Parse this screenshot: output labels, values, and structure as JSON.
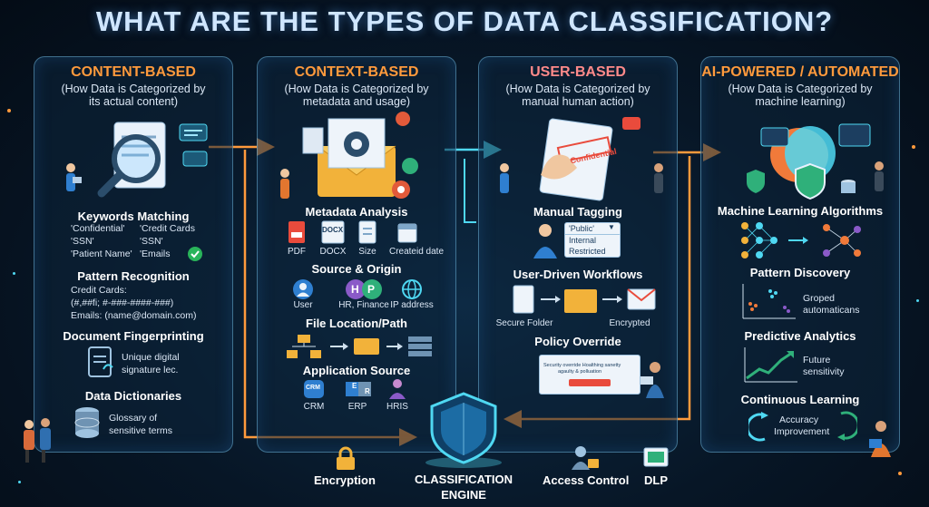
{
  "title": "WHAT ARE THE TYPES OF DATA CLASSIFICATION?",
  "colors": {
    "orange": "#ff9a3c",
    "cyan": "#4fd8f2",
    "pink": "#ff8a8a",
    "panel_border": "#6eb4dc"
  },
  "content_based": {
    "title": "CONTENT-BASED",
    "subtitle_1": "(How Data is Categorized by",
    "subtitle_2": "its actual content)",
    "keywords": {
      "heading": "Keywords Matching",
      "items": [
        "'Confidential'",
        "'Credit Cards",
        "'SSN'",
        "'SSN'",
        "'Patient Name'",
        "'Emails"
      ]
    },
    "pattern": {
      "heading": "Pattern Recognition",
      "line1": "Credit Cards:",
      "line2": "(#,##fi; #-###-####-###)",
      "line3": "Emails: (name@domain.com)"
    },
    "fingerprint": {
      "heading": "Document Fingerprinting",
      "line1": "Unique digital",
      "line2": "signature lec."
    },
    "dictionaries": {
      "heading": "Data Dictionaries",
      "line1": "Glossary of",
      "line2": "sensitive terms"
    }
  },
  "context_based": {
    "title": "CONTEXT-BASED",
    "subtitle_1": "(How Data is Categorized by",
    "subtitle_2": "metadata and usage)",
    "metadata": {
      "heading": "Metadata Analysis",
      "items": [
        "PDF",
        "DOCX",
        "Size",
        "Createid date"
      ],
      "docx_badge": "DOCX"
    },
    "source": {
      "heading": "Source & Origin",
      "items": [
        "User",
        "HR, Finance",
        "IP address"
      ],
      "badges": [
        "H",
        "P"
      ]
    },
    "location": {
      "heading": "File Location/Path"
    },
    "application": {
      "heading": "Application Source",
      "items": [
        "CRM",
        "ERP",
        "HRIS"
      ],
      "badges": [
        "CRM",
        "E",
        "R"
      ]
    }
  },
  "user_based": {
    "title": "USER-BASED",
    "subtitle_1": "(How Data is Categorized by",
    "subtitle_2": "manual human action)",
    "stamp": "Confidential",
    "tagging": {
      "heading": "Manual Tagging",
      "options": [
        "'Public'",
        "Internal",
        "Restricted"
      ]
    },
    "workflows": {
      "heading": "User-Driven Workflows",
      "items": [
        "Secure Folder",
        "Encrypted"
      ]
    },
    "override": {
      "heading": "Policy Override",
      "dialog_text_1": "Security override Hoalthing sanetty",
      "dialog_text_2": "agaulty & polluation"
    }
  },
  "ai_based": {
    "title": "AI-POWERED / AUTOMATED",
    "subtitle_1": "(How Data is Categorized by",
    "subtitle_2": "machine learning)",
    "ml": {
      "heading": "Machine Learning Algorithms"
    },
    "discovery": {
      "heading": "Pattern Discovery",
      "line1": "Groped",
      "line2": "automaticans"
    },
    "predictive": {
      "heading": "Predictive Analytics",
      "line1": "Future",
      "line2": "sensitivity"
    },
    "learning": {
      "heading": "Continuous Learning",
      "line1": "Accuracy",
      "line2": "Improvement"
    }
  },
  "bottom": {
    "encryption": "Encryption",
    "engine_1": "CLASSIFICATION",
    "engine_2": "ENGINE",
    "access": "Access Control",
    "dlp": "DLP"
  }
}
